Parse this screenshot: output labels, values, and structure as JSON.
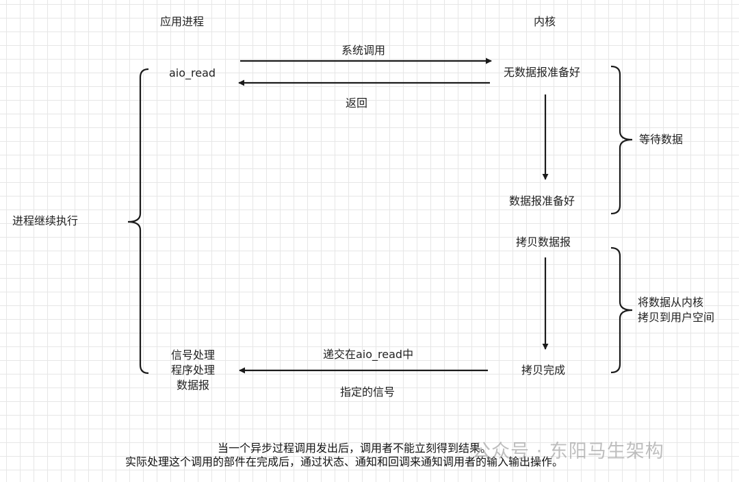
{
  "columns": {
    "app": "应用进程",
    "kernel": "内核"
  },
  "app": {
    "aio_read": "aio_read",
    "continue": "进程继续执行",
    "handler_lines": [
      "信号处理",
      "程序处理",
      "数据报"
    ]
  },
  "arrows": {
    "syscall": "系统调用",
    "return": "返回",
    "deliver": "递交在aio_read中",
    "signal": "指定的信号"
  },
  "kernel": {
    "no_data": "无数据报准备好",
    "data_ready": "数据报准备好",
    "copy_data": "拷贝数据报",
    "copy_done": "拷贝完成"
  },
  "phases": {
    "wait": "等待数据",
    "copy_lines": [
      "将数据从内核",
      "拷贝到用户空间"
    ]
  },
  "caption": {
    "line1": "当一个异步过程调用发出后，调用者不能立刻得到结果。",
    "line2": "实际处理这个调用的部件在完成后，通过状态、通知和回调来通知调用者的输入输出操作。"
  },
  "watermark": "公众号 · 东阳马生架构"
}
